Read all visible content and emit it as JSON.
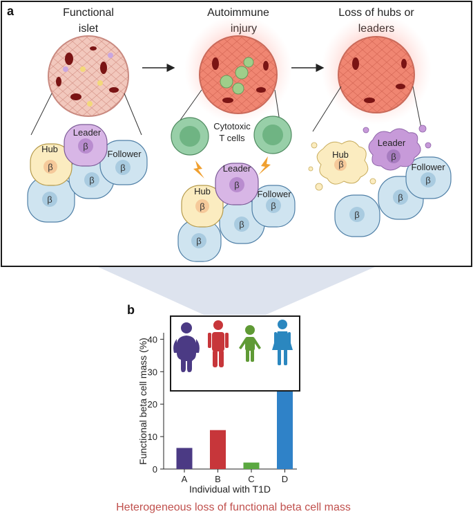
{
  "panel_a": {
    "label": "a",
    "stages": [
      {
        "title_lines": [
          "Functional",
          "islet"
        ]
      },
      {
        "title_lines": [
          "Autoimmune",
          "injury"
        ]
      },
      {
        "title_lines": [
          "Loss of hubs or",
          "leaders"
        ]
      }
    ],
    "cell_labels": {
      "hub": "Hub",
      "leader": "Leader",
      "follower": "Follower",
      "beta": "β",
      "cytotoxic_lines": [
        "Cytotoxic",
        "T cells"
      ]
    }
  },
  "panel_b": {
    "label": "b",
    "caption": "Heterogeneous loss of functional beta cell mass",
    "colors": {
      "caption": "#c0504d",
      "person_a": "#4b3a84",
      "person_b": "#c7363a",
      "person_c": "#5f9a35",
      "person_d": "#2b87bf"
    }
  },
  "chart_data": {
    "type": "bar",
    "categories": [
      "A",
      "B",
      "C",
      "D"
    ],
    "values": [
      6.5,
      12,
      2,
      24.5
    ],
    "colors": [
      "#4b3a84",
      "#c7363a",
      "#5aa840",
      "#2f82c8"
    ],
    "title": "",
    "xlabel": "Individual with T1D",
    "ylabel": "Functional beta cell mass (%)",
    "ylim": [
      0,
      42
    ],
    "yticks": [
      0,
      10,
      20,
      30,
      40
    ],
    "grid": false
  }
}
